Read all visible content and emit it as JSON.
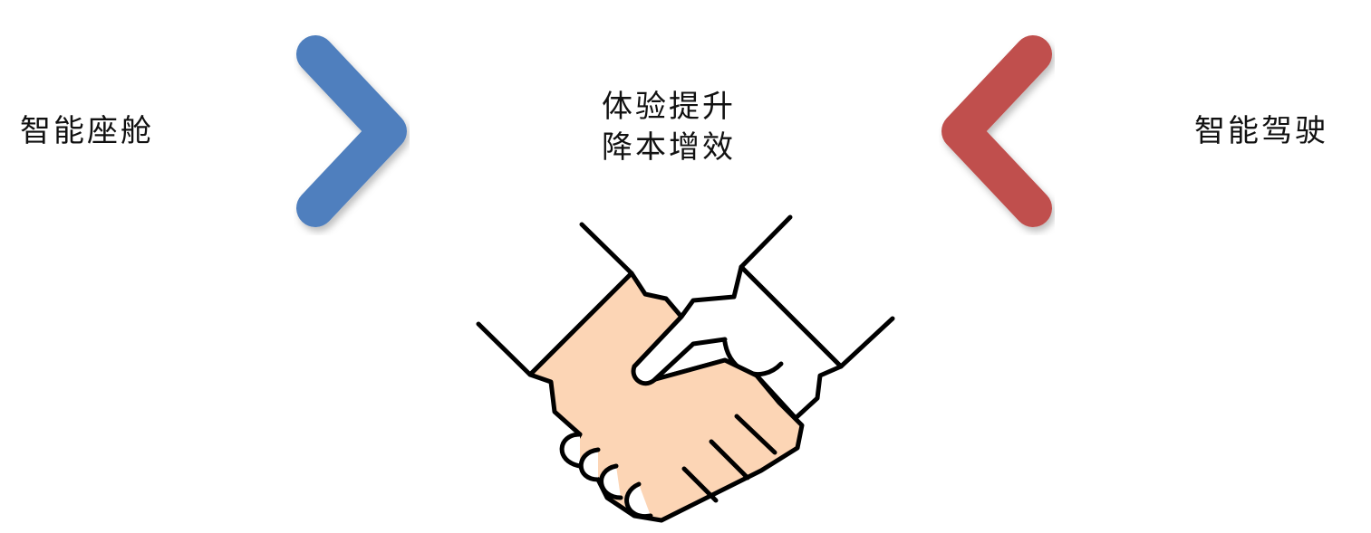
{
  "labels": {
    "left": "智能座舱",
    "center_line_1": "体验提升",
    "center_line_2": "降本增效",
    "right": "智能驾驶"
  },
  "colors": {
    "left_chevron": "#4f7fbe",
    "right_chevron": "#c0504d",
    "skin_tone": "#fcd5b5",
    "outline": "#000000",
    "white_hand": "#ffffff"
  },
  "icons": {
    "left_arrow": "chevron-right-icon",
    "right_arrow": "chevron-left-icon",
    "center_graphic": "handshake-icon"
  }
}
